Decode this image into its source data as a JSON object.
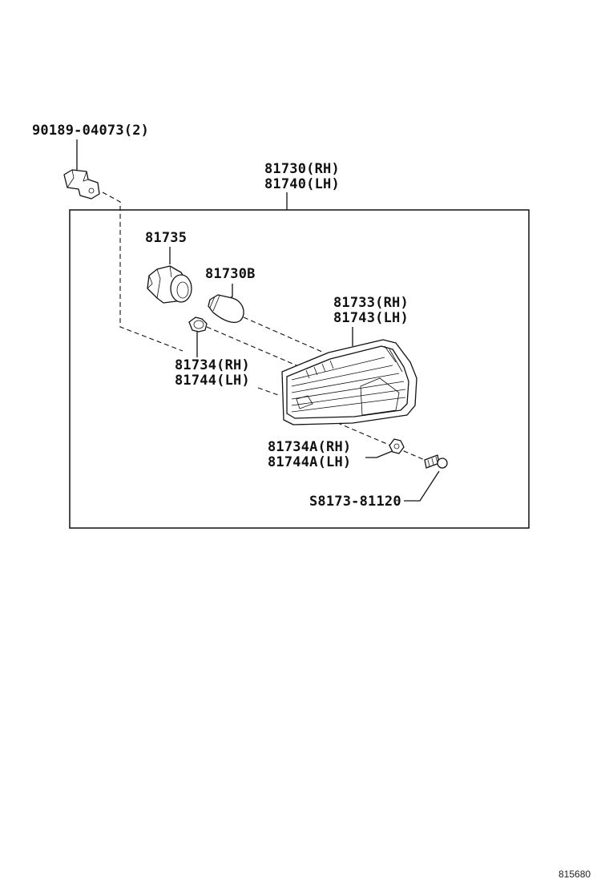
{
  "labels": {
    "clip": "90189-04073(2)",
    "lamp_rh": "81730(RH)",
    "lamp_lh": "81740(LH)",
    "socket": "81735",
    "bulb": "81730B",
    "lens_rh": "81733(RH)",
    "lens_lh": "81743(LH)",
    "gasket_rh": "81734(RH)",
    "gasket_lh": "81744(LH)",
    "nut_rh": "81734A(RH)",
    "nut_lh": "81744A(LH)",
    "screw": "S8173-81120"
  },
  "figure_ref": "815680",
  "icons": {
    "clip": "clip-icon",
    "socket": "socket-icon",
    "bulb": "bulb-icon",
    "gasket": "gasket-icon",
    "lens": "lamp-lens-icon",
    "nut": "nut-icon",
    "screw": "screw-icon"
  }
}
